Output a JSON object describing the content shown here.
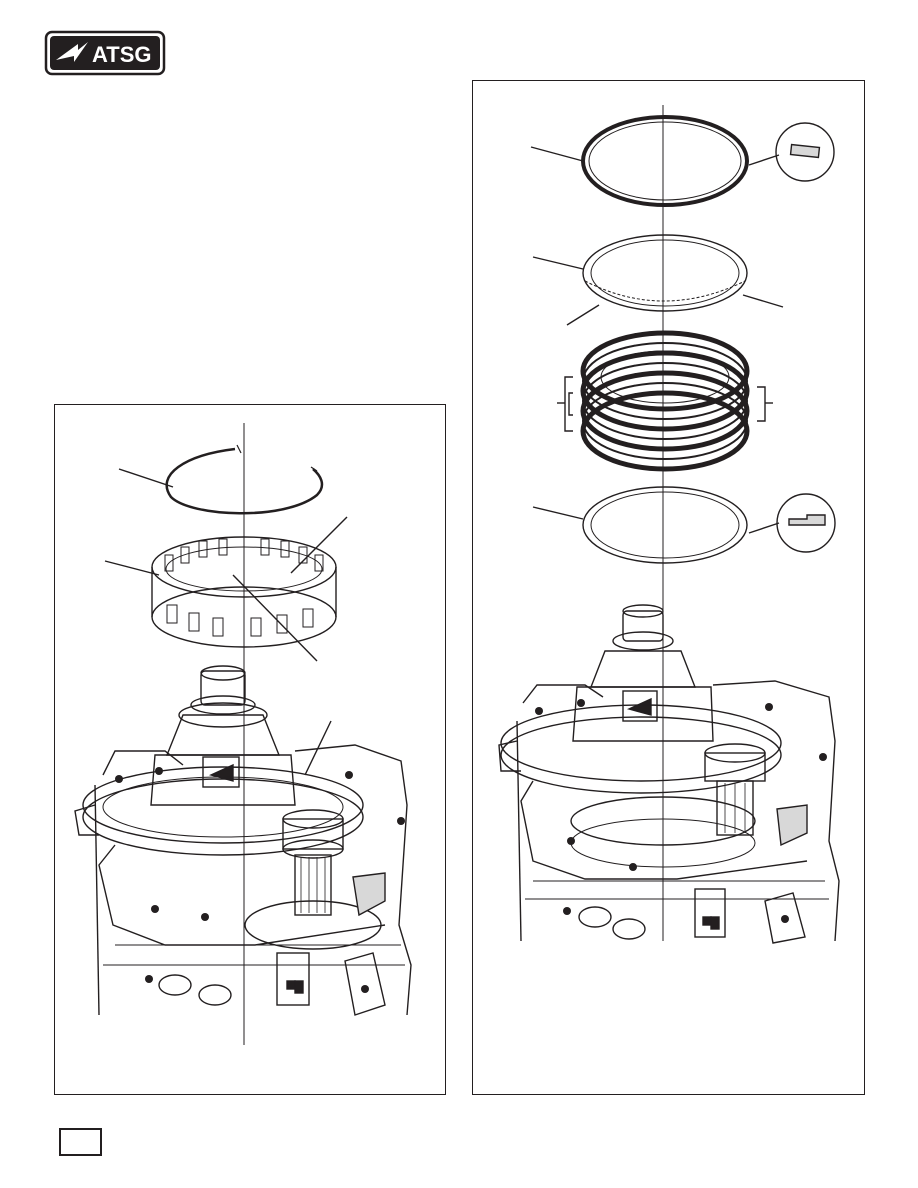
{
  "brand": {
    "logo_text": "ATSG"
  },
  "figures": [
    {
      "id": "left",
      "callout_labels": []
    },
    {
      "id": "right",
      "callout_labels": []
    }
  ],
  "footer": {
    "page_number": ""
  },
  "colors": {
    "ink": "#231f20",
    "paper": "#ffffff",
    "shade": "#d8d8d8"
  }
}
